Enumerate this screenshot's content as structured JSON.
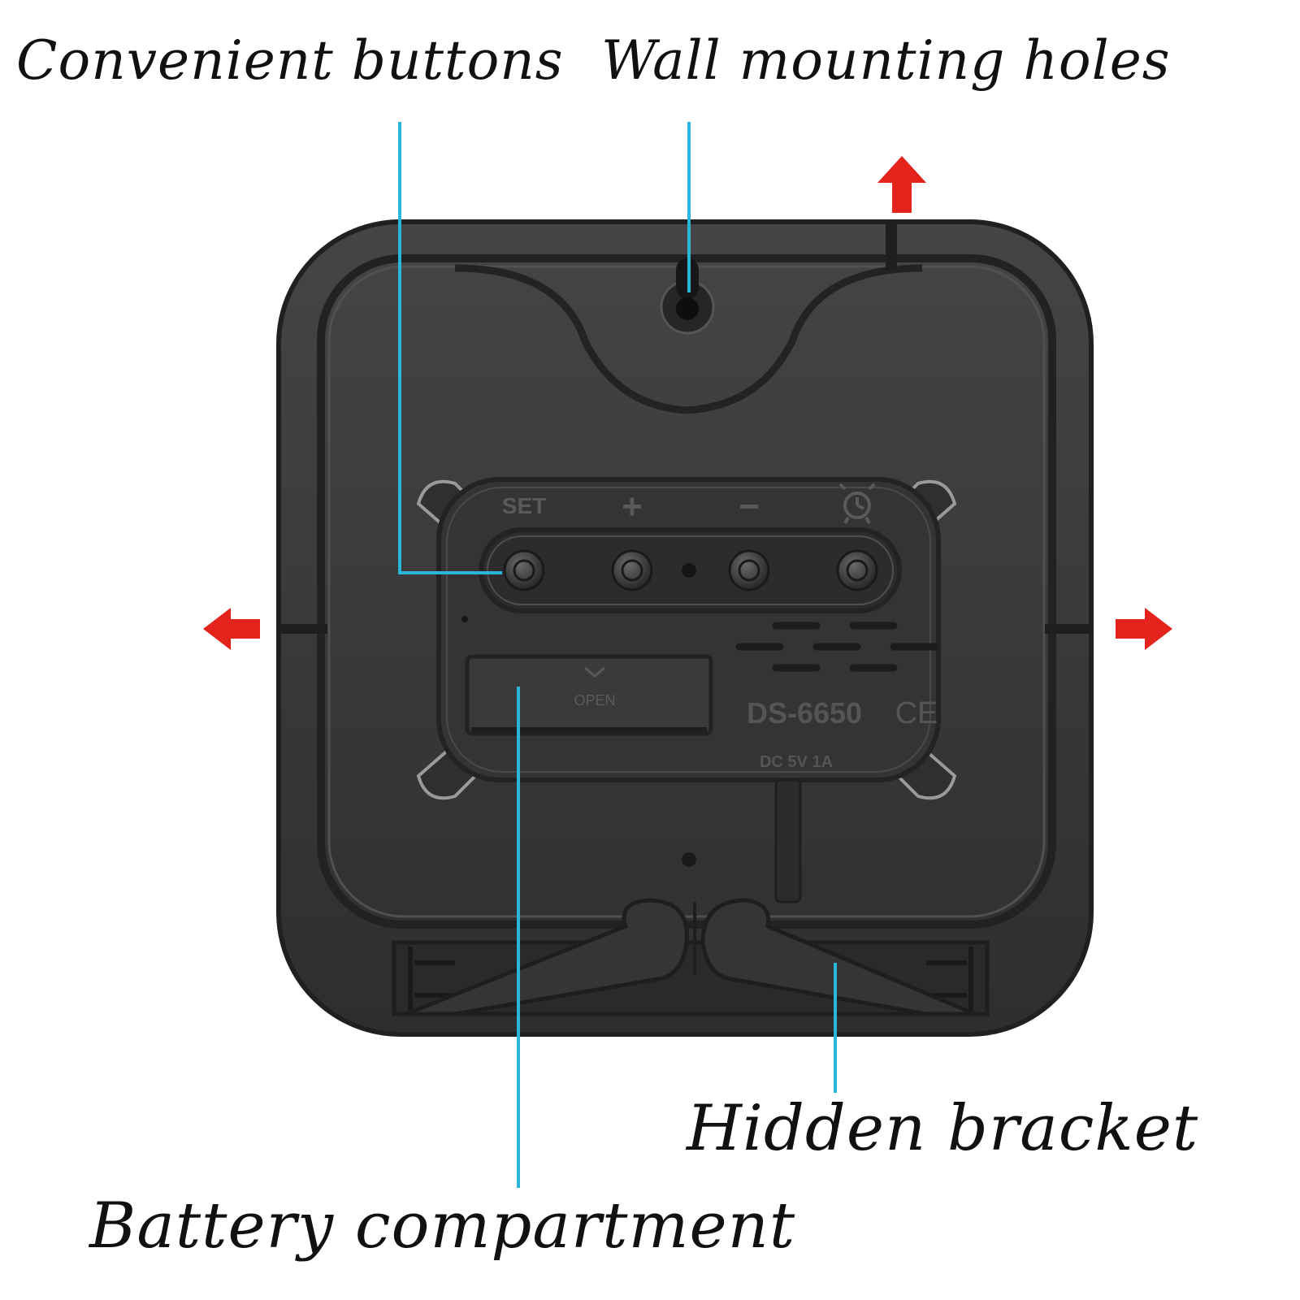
{
  "labels": {
    "buttons": "Convenient buttons",
    "holes": "Wall mounting holes",
    "bracket": "Hidden bracket",
    "battery": "Battery compartment"
  },
  "device": {
    "button_labels": [
      "SET",
      "+",
      "−"
    ],
    "battery_cover_text": "OPEN",
    "model": "DS-6650",
    "mark": "CE",
    "power": "DC 5V 1A",
    "alarm_icon": "alarm-clock-icon"
  },
  "colors": {
    "leader": "#29b6d9",
    "arrow": "#e3231c",
    "body": "#3b3b3d",
    "panel": "#353537",
    "text": "#111111"
  }
}
